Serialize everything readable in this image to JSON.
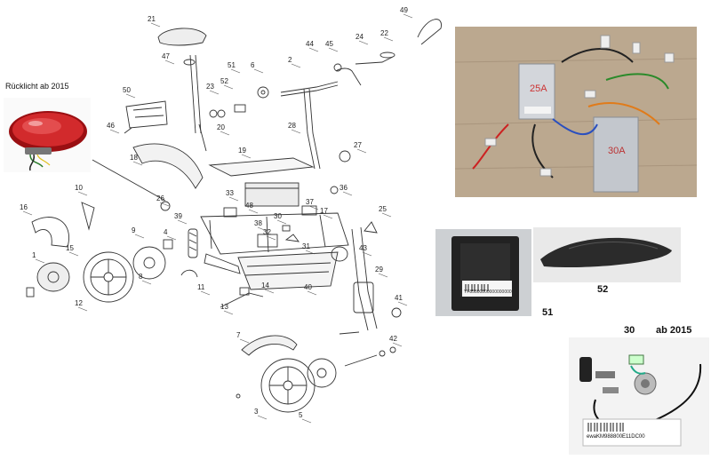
{
  "captions": {
    "taillight": "Rücklicht ab 2015",
    "part_51": "51",
    "part_52": "52",
    "part_30": "30",
    "ab_2015": "ab 2015"
  },
  "controllers": {
    "left_label": "25A",
    "right_label": "30A"
  },
  "barcodes": {
    "fender_barcode": "YF85800800000000000",
    "key_barcode": "ewaKM988800E11DC00"
  },
  "callouts": [
    "1",
    "2",
    "3",
    "4",
    "5",
    "6",
    "7",
    "8",
    "9",
    "10",
    "11",
    "12",
    "13",
    "14",
    "15",
    "16",
    "17",
    "18",
    "19",
    "20",
    "21",
    "22",
    "23",
    "24",
    "25",
    "26",
    "27",
    "28",
    "29",
    "30",
    "31",
    "32",
    "33",
    "36",
    "37",
    "38",
    "39",
    "40",
    "41",
    "42",
    "43",
    "44",
    "45",
    "46",
    "47",
    "48",
    "49",
    "50",
    "51",
    "52"
  ],
  "colors": {
    "line": "#333333",
    "taillight_red": "#c0181c",
    "controller_silver": "#c9ccd1",
    "table_wood": "#b8a48c"
  }
}
